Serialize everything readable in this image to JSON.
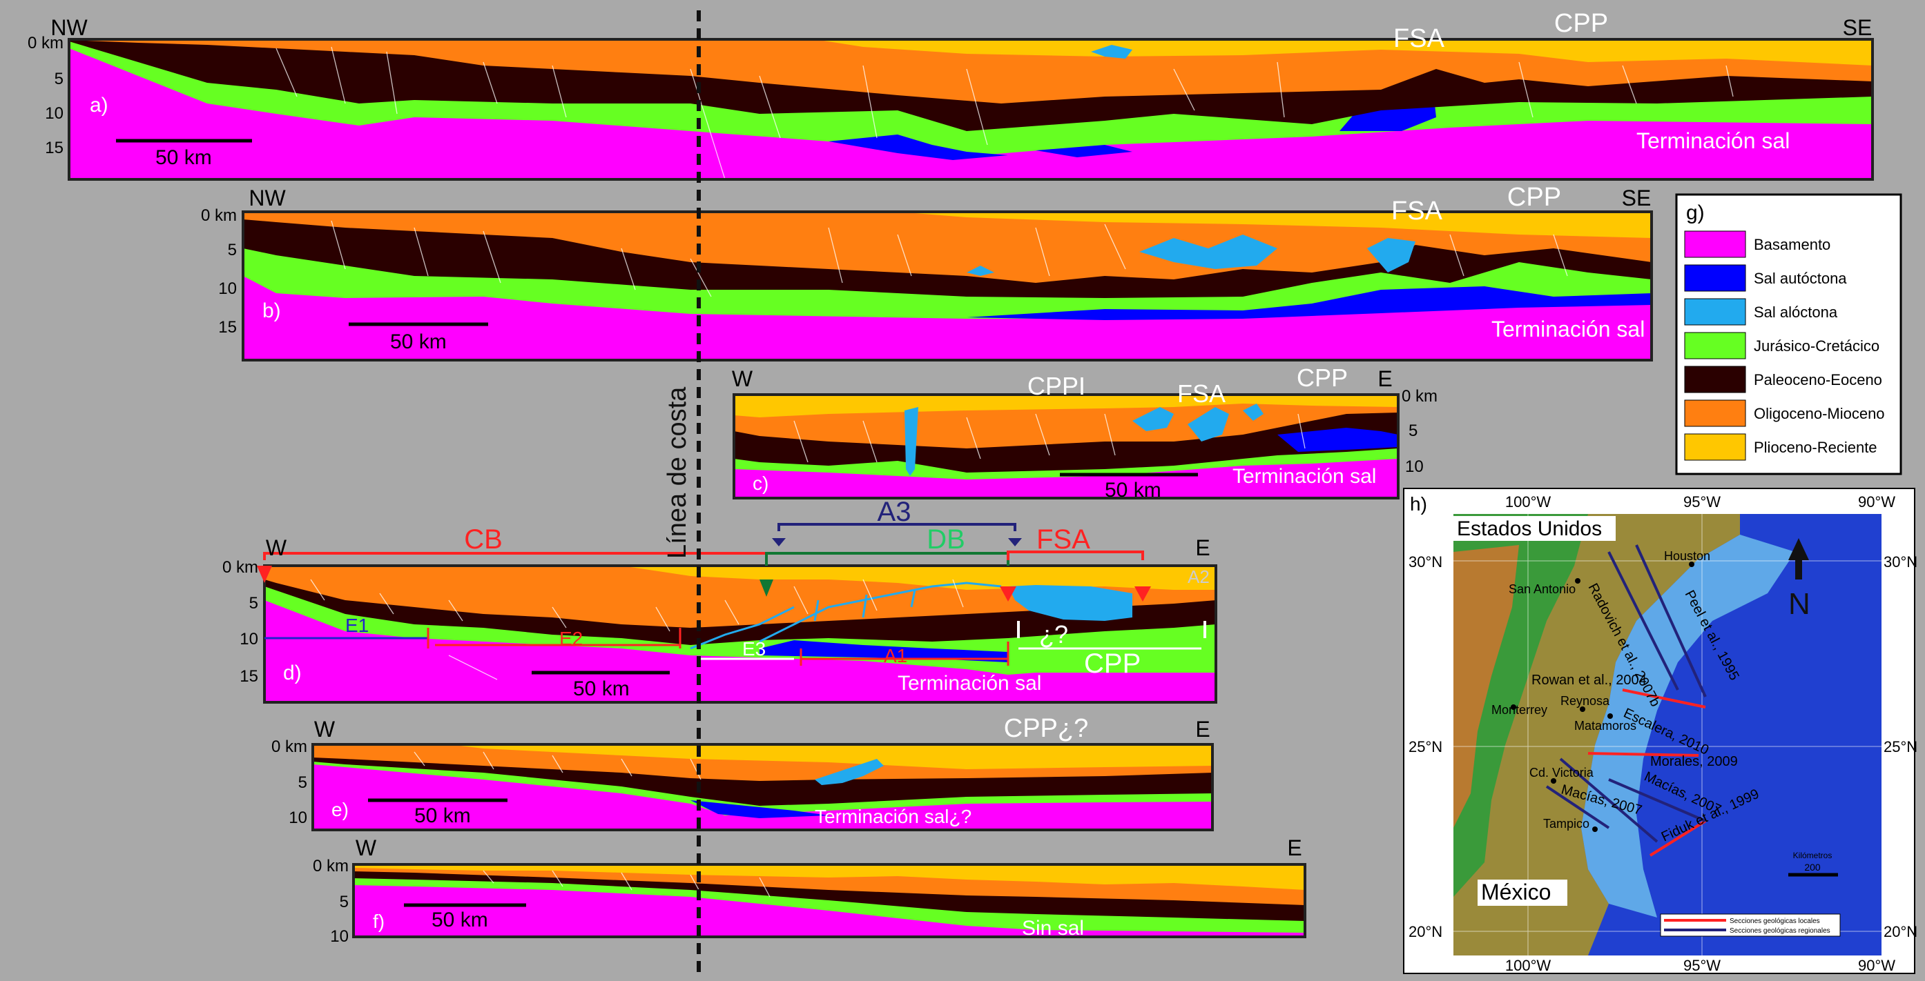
{
  "coast_line_label": "Línea de costa",
  "sections": {
    "a": {
      "panel": "a)",
      "left_dir": "NW",
      "right_dir": "SE",
      "depth_ticks": [
        "0 km",
        "5",
        "10",
        "15"
      ],
      "scale": "50 km",
      "end_label": "Terminación sal",
      "features": [
        "FSA",
        "CPP"
      ]
    },
    "b": {
      "panel": "b)",
      "left_dir": "NW",
      "right_dir": "SE",
      "depth_ticks": [
        "0 km",
        "5",
        "10",
        "15"
      ],
      "scale": "50 km",
      "end_label": "Terminación sal",
      "features": [
        "FSA",
        "CPP"
      ]
    },
    "c": {
      "panel": "c)",
      "left_dir": "W",
      "right_dir": "E",
      "depth_ticks": [
        "0 km",
        "5",
        "10"
      ],
      "scale": "50 km",
      "end_label": "Terminación sal",
      "features": [
        "CPPI",
        "FSA",
        "CPP"
      ]
    },
    "d": {
      "panel": "d)",
      "left_dir": "W",
      "right_dir": "E",
      "depth_ticks": [
        "0 km",
        "5",
        "10",
        "15"
      ],
      "scale": "50 km",
      "end_label": "Terminación sal",
      "domains": [
        "CB",
        "A3",
        "DB",
        "FSA"
      ],
      "segments": [
        "E1",
        "E2",
        "E3",
        "A1",
        "A2"
      ],
      "features": [
        "¿?",
        "CPP"
      ]
    },
    "e": {
      "panel": "e)",
      "left_dir": "W",
      "right_dir": "E",
      "depth_ticks": [
        "0 km",
        "5",
        "10"
      ],
      "scale": "50 km",
      "end_label": "Terminación sal¿?",
      "features": [
        "CPP¿?"
      ]
    },
    "f": {
      "panel": "f)",
      "left_dir": "W",
      "right_dir": "E",
      "depth_ticks": [
        "0 km",
        "5",
        "10"
      ],
      "scale": "50 km",
      "end_label": "Sin sal",
      "features": []
    }
  },
  "legend": {
    "panel": "g)",
    "items": [
      {
        "label": "Basamento",
        "color": "#ff00ff"
      },
      {
        "label": "Sal autóctona",
        "color": "#0000ff"
      },
      {
        "label": "Sal alóctona",
        "color": "#22aaee"
      },
      {
        "label": "Jurásico-Cretácico",
        "color": "#66ff22"
      },
      {
        "label": "Paleoceno-Eoceno",
        "color": "#2a0000"
      },
      {
        "label": "Oligoceno-Mioceno",
        "color": "#ff7f11"
      },
      {
        "label": "Plioceno-Reciente",
        "color": "#ffc700"
      }
    ]
  },
  "map": {
    "panel": "h)",
    "lon_labels": [
      "100°W",
      "95°W",
      "90°W"
    ],
    "lat_labels": [
      "30°N",
      "25°N",
      "20°N"
    ],
    "countries": [
      "Estados Unidos",
      "México"
    ],
    "cities": [
      "Houston",
      "San Antonio",
      "Monterrey",
      "Reynosa",
      "Matamoros",
      "Cd. Victoria",
      "Tampico"
    ],
    "section_labels": [
      "Peel et al., 1995",
      "Radovich et al., 2007b",
      "Rowan et al., 2004",
      "Escalera, 2010",
      "Morales, 2009",
      "Macías, 2007",
      "Macías, 2007",
      "Fiduk et al., 1999"
    ],
    "north": "N",
    "scale_value": "200",
    "scale_unit": "Kilómetros",
    "legend_local": "Secciones geológicas locales",
    "legend_regional": "Secciones geológicas regionales"
  }
}
